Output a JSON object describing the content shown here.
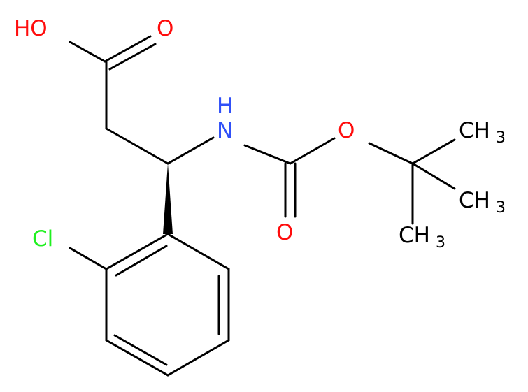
{
  "molecule": {
    "atoms": {
      "hydroxyl": "HO",
      "carboxyl_oxygen": "O",
      "amine": "N",
      "amine_hydrogen": "H",
      "carbamate_carbonyl_oxygen": "O",
      "carbamate_ester_oxygen": "O",
      "chlorine": "Cl",
      "methyl_1": {
        "text": "CH",
        "subscript": "3"
      },
      "methyl_2": {
        "text": "CH",
        "subscript": "3"
      },
      "methyl_3": {
        "text": "CH",
        "subscript": "3"
      }
    },
    "colors": {
      "bond": "#000000",
      "oxygen": "#ff0d0d",
      "nitrogen": "#3050f8",
      "chlorine": "#1ff01f",
      "carbon": "#000000"
    }
  }
}
